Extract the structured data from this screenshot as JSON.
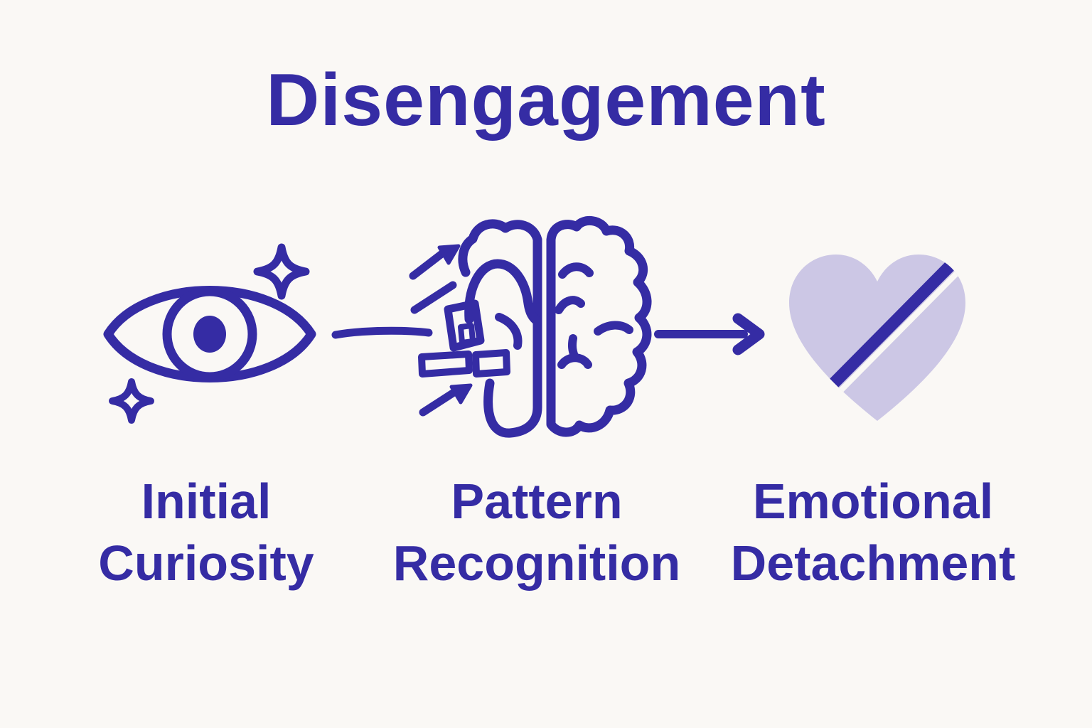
{
  "title": "Disengagement",
  "colors": {
    "ink": "#352CA4",
    "heart_lavender": "#CCC7E5",
    "background": "#FAF8F5"
  },
  "stages": [
    {
      "label_line1": "Initial",
      "label_line2": "Curiosity",
      "icon": "sparkle-eye-icon"
    },
    {
      "label_line1": "Pattern",
      "label_line2": "Recognition",
      "icon": "fragmenting-brain-icon"
    },
    {
      "label_line1": "Emotional",
      "label_line2": "Detachment",
      "icon": "broken-heart-icon"
    }
  ],
  "connectors": [
    {
      "from": "Initial Curiosity",
      "to": "Pattern Recognition",
      "style": "plain-line"
    },
    {
      "from": "Pattern Recognition",
      "to": "Emotional Detachment",
      "style": "arrow"
    }
  ]
}
